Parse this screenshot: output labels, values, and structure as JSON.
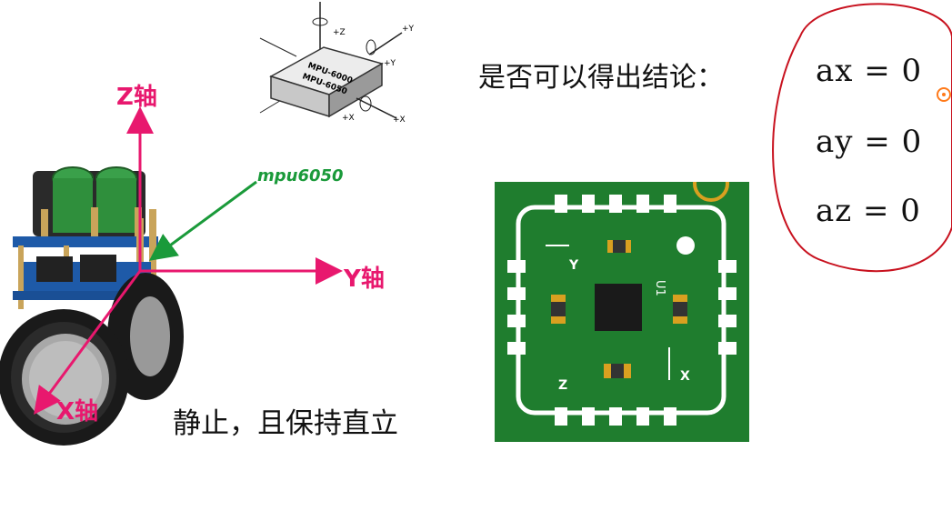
{
  "axes": {
    "z_label": "Z轴",
    "y_label": "Y轴",
    "x_label": "X轴"
  },
  "sensor_label": "mpu6050",
  "question": "是否可以得出结论：",
  "statement": "静止，且保持直立",
  "equations": [
    {
      "text": "ax  =  0"
    },
    {
      "text": "ay  =  0"
    },
    {
      "text": "az  =  0"
    }
  ],
  "chip_diagram": {
    "line1": "MPU-6000",
    "line2": "MPU-6050",
    "z": "+Z",
    "y1": "+Y",
    "y2": "+Y",
    "x1": "+X",
    "x2": "+X"
  },
  "pcb": {
    "label_u1": "U1",
    "label_y": "Y",
    "label_z": "Z",
    "label_x": "X"
  },
  "colors": {
    "axis": "#e8186e",
    "annotation_arrow": "#1a9a3a",
    "pcb": "#1f7d2e",
    "circle": "#c8121f"
  }
}
